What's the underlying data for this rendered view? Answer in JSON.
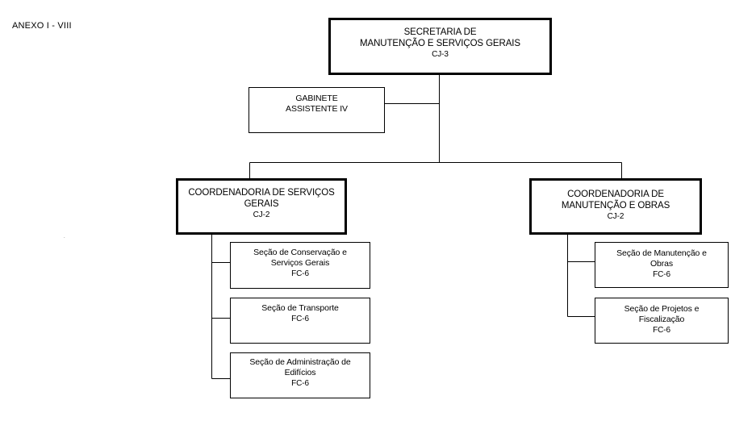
{
  "annex_label": "ANEXO I - VIII",
  "secretaria": {
    "line1": "SECRETARIA DE",
    "line2": "MANUTENÇÃO E SERVIÇOS GERAIS",
    "code": "CJ-3"
  },
  "gabinete": {
    "line1": "GABINETE",
    "line2": "ASSISTENTE IV"
  },
  "coord_servicos": {
    "line1": "COORDENADORIA DE SERVIÇOS",
    "line2": "GERAIS",
    "code": "CJ-2",
    "sections": [
      {
        "line1": "Seção de Conservação e",
        "line2": "Serviços Gerais",
        "code": "FC-6"
      },
      {
        "line1": "Seção de Transporte",
        "line2": "",
        "code": "FC-6"
      },
      {
        "line1": "Seção de Administração de",
        "line2": "Edifícios",
        "code": "FC-6"
      }
    ]
  },
  "coord_manutencao": {
    "line1": "COORDENADORIA DE",
    "line2": "MANUTENÇÃO E OBRAS",
    "code": "CJ-2",
    "sections": [
      {
        "line1": "Seção de Manutenção e",
        "line2": "Obras",
        "code": "FC-6"
      },
      {
        "line1": "Seção de Projetos e",
        "line2": "Fiscalização",
        "code": "FC-6"
      }
    ]
  }
}
